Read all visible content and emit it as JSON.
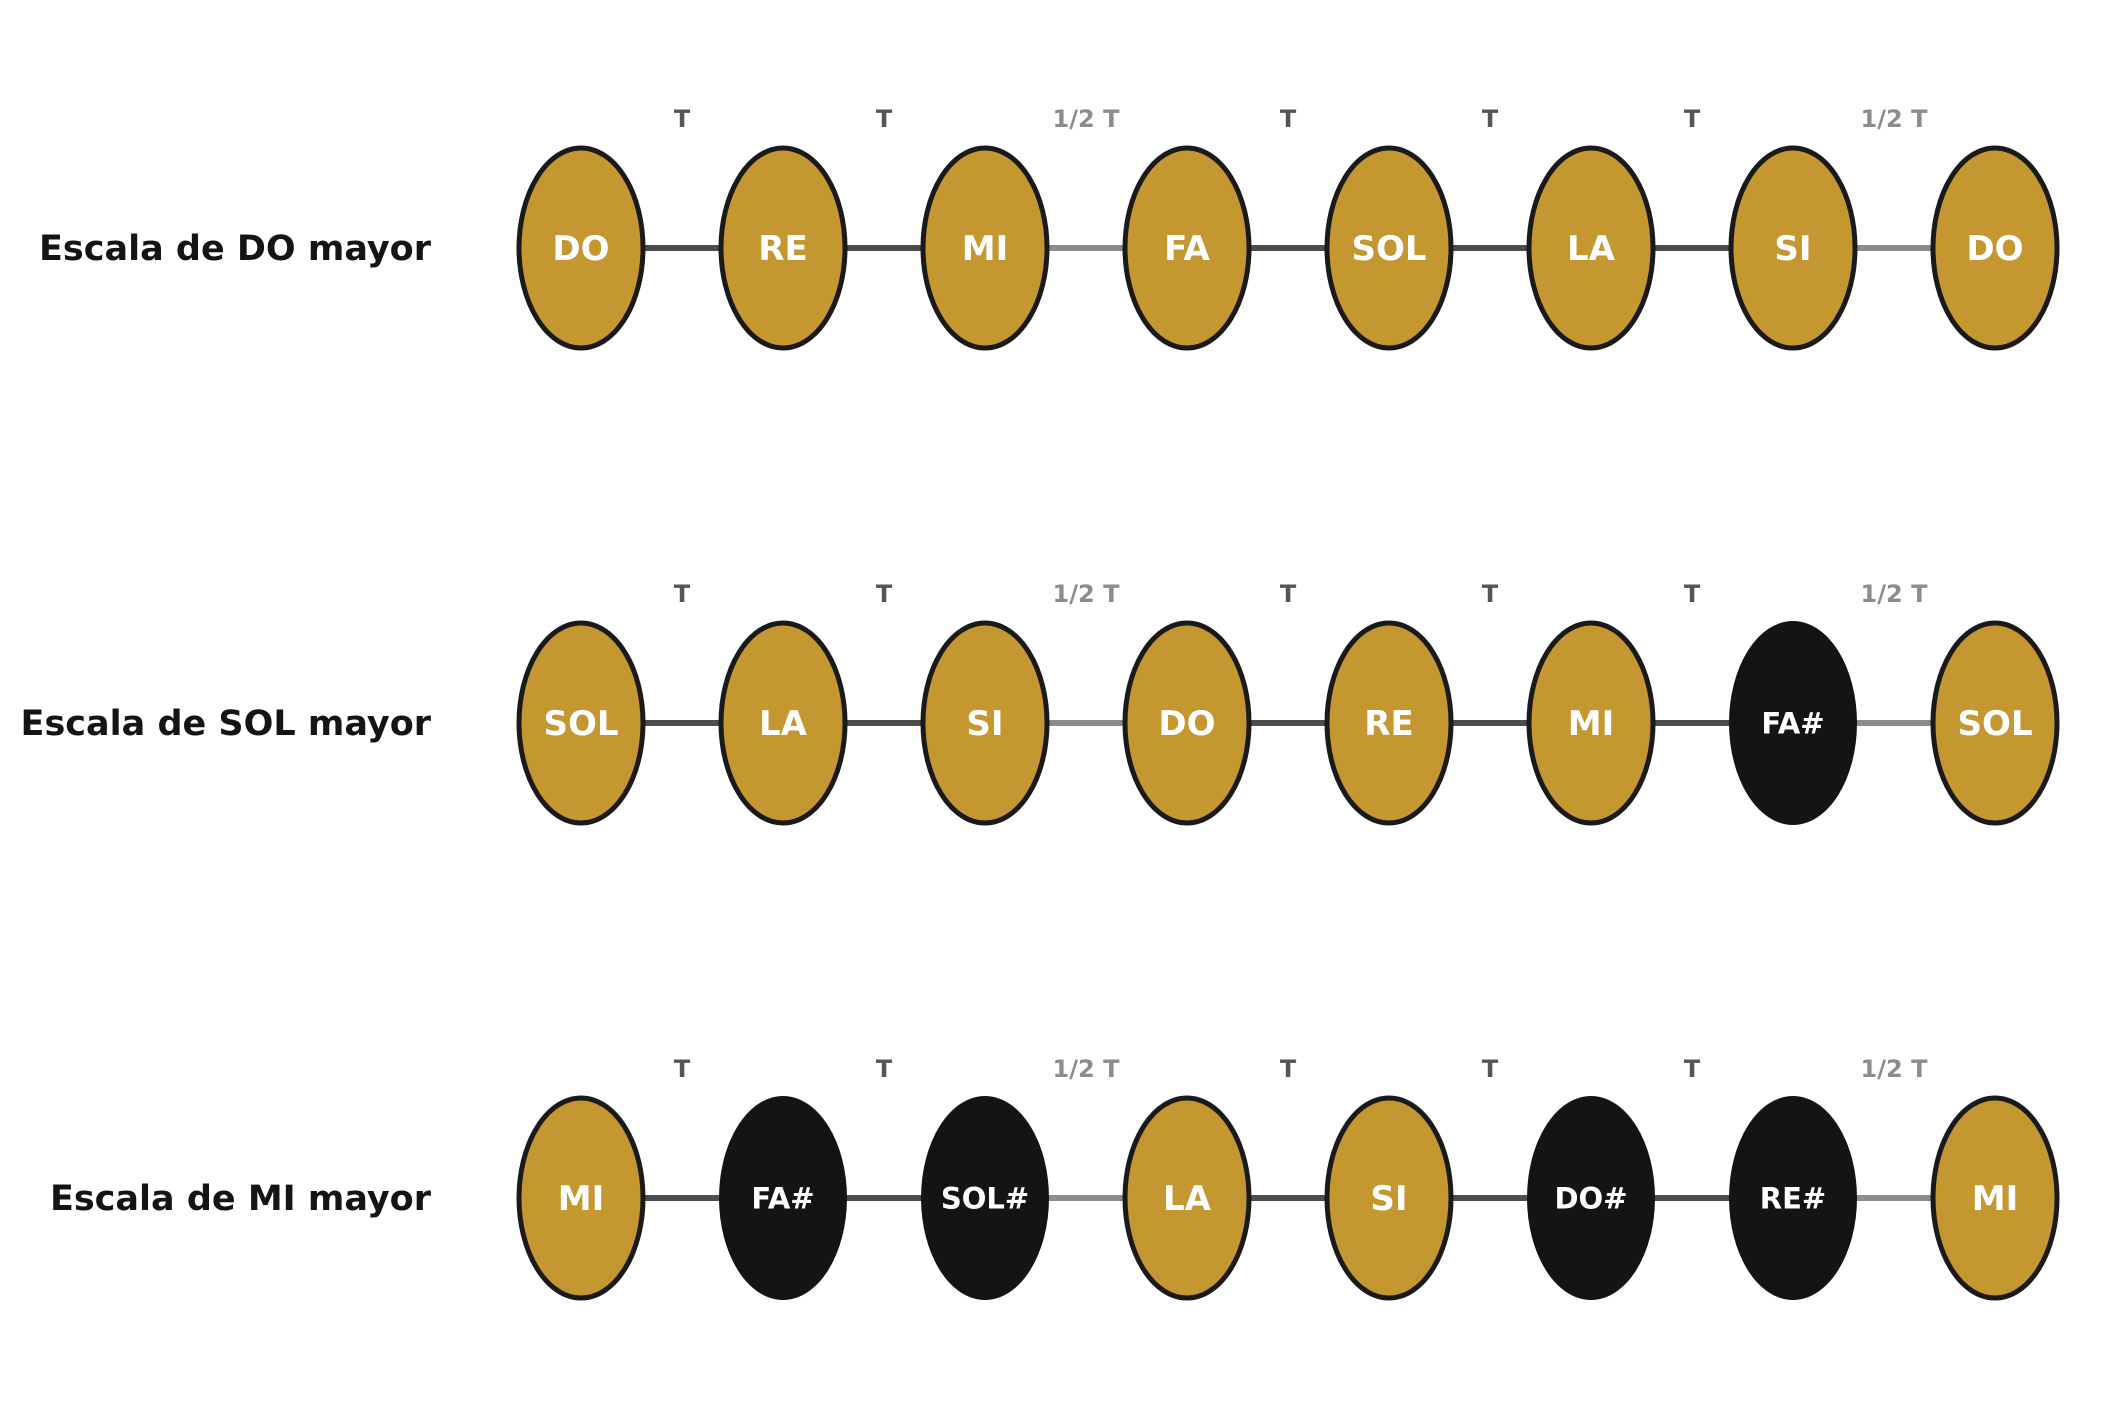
{
  "colors": {
    "natural_fill": "#C59731",
    "accidental_fill": "#141414",
    "note_outline": "#1a1a1a",
    "note_text": "#ffffff",
    "whole_step_line": "#4d4d4d",
    "half_step_line": "#8c8c8c",
    "whole_step_label": "#555555",
    "half_step_label": "#8c8c8c",
    "title_text": "#141414"
  },
  "scales": [
    {
      "title": "Escala de DO mayor",
      "notes": [
        {
          "label": "DO",
          "accidental": false
        },
        {
          "label": "RE",
          "accidental": false
        },
        {
          "label": "MI",
          "accidental": false
        },
        {
          "label": "FA",
          "accidental": false
        },
        {
          "label": "SOL",
          "accidental": false
        },
        {
          "label": "LA",
          "accidental": false
        },
        {
          "label": "SI",
          "accidental": false
        },
        {
          "label": "DO",
          "accidental": false
        }
      ],
      "intervals": [
        {
          "label": "T",
          "kind": "whole"
        },
        {
          "label": "T",
          "kind": "whole"
        },
        {
          "label": "1/2 T",
          "kind": "half"
        },
        {
          "label": "T",
          "kind": "whole"
        },
        {
          "label": "T",
          "kind": "whole"
        },
        {
          "label": "T",
          "kind": "whole"
        },
        {
          "label": "1/2 T",
          "kind": "half"
        }
      ]
    },
    {
      "title": "Escala de SOL mayor",
      "notes": [
        {
          "label": "SOL",
          "accidental": false
        },
        {
          "label": "LA",
          "accidental": false
        },
        {
          "label": "SI",
          "accidental": false
        },
        {
          "label": "DO",
          "accidental": false
        },
        {
          "label": "RE",
          "accidental": false
        },
        {
          "label": "MI",
          "accidental": false
        },
        {
          "label": "FA#",
          "accidental": true
        },
        {
          "label": "SOL",
          "accidental": false
        }
      ],
      "intervals": [
        {
          "label": "T",
          "kind": "whole"
        },
        {
          "label": "T",
          "kind": "whole"
        },
        {
          "label": "1/2 T",
          "kind": "half"
        },
        {
          "label": "T",
          "kind": "whole"
        },
        {
          "label": "T",
          "kind": "whole"
        },
        {
          "label": "T",
          "kind": "whole"
        },
        {
          "label": "1/2 T",
          "kind": "half"
        }
      ]
    },
    {
      "title": "Escala de MI mayor",
      "notes": [
        {
          "label": "MI",
          "accidental": false
        },
        {
          "label": "FA#",
          "accidental": true
        },
        {
          "label": "SOL#",
          "accidental": true
        },
        {
          "label": "LA",
          "accidental": false
        },
        {
          "label": "SI",
          "accidental": false
        },
        {
          "label": "DO#",
          "accidental": true
        },
        {
          "label": "RE#",
          "accidental": true
        },
        {
          "label": "MI",
          "accidental": false
        }
      ],
      "intervals": [
        {
          "label": "T",
          "kind": "whole"
        },
        {
          "label": "T",
          "kind": "whole"
        },
        {
          "label": "1/2 T",
          "kind": "half"
        },
        {
          "label": "T",
          "kind": "whole"
        },
        {
          "label": "T",
          "kind": "whole"
        },
        {
          "label": "T",
          "kind": "whole"
        },
        {
          "label": "1/2 T",
          "kind": "half"
        }
      ]
    }
  ]
}
